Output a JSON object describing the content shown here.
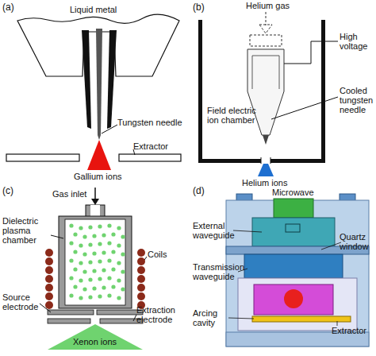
{
  "diagram": {
    "nodes": [
      {
        "text": [
          "Field electric ion chamber"
        ]
      }
    ],
    "labels": [
      "(a)",
      "Liquid metal",
      "Tungsten needle",
      "Extractor",
      "Gallium ions",
      "(b)",
      "Helium gas",
      "High voltage",
      "Cooled tungsten needle",
      "Helium ions",
      "(c)",
      "Gas inlet",
      "Dielectric plasma chamber",
      "Coils",
      "Source electrode",
      "Extraction electrode",
      "Xenon ions",
      "(d)",
      "Microwave",
      "External waveguide",
      "Quartz window",
      "Transmission waveguide",
      "Arcing cavity",
      "Extractor"
    ]
  }
}
